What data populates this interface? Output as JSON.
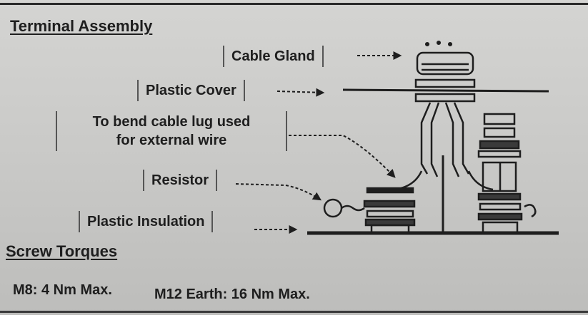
{
  "diagram": {
    "title": "Terminal Assembly",
    "labels": {
      "cable_gland": "Cable Gland",
      "plastic_cover": "Plastic Cover",
      "bend_lug_line1": "To bend cable lug used",
      "bend_lug_line2": "for external wire",
      "resistor": "Resistor",
      "plastic_insulation": "Plastic Insulation"
    }
  },
  "screw_torques": {
    "heading": "Screw Torques",
    "m8": "M8: 4 Nm Max.",
    "m12": "M12 Earth: 16 Nm Max."
  },
  "colors": {
    "ink": "#1e1e1e",
    "paper": "#cfcfcd"
  }
}
